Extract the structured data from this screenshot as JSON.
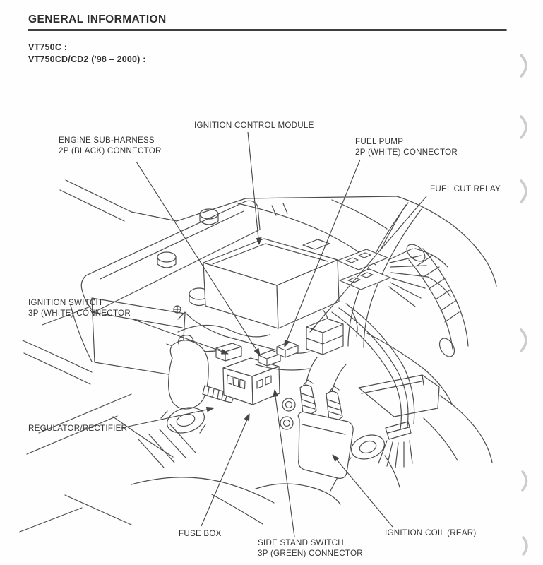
{
  "page": {
    "title": "GENERAL INFORMATION",
    "models": {
      "line1": "VT750C :",
      "line2": "VT750CD/CD2 ('98 – 2000) :"
    }
  },
  "diagram": {
    "labels": {
      "ignition_control_module": {
        "line1": "IGNITION CONTROL MODULE"
      },
      "engine_sub_harness": {
        "line1": "ENGINE SUB-HARNESS",
        "line2": "2P (BLACK) CONNECTOR"
      },
      "fuel_pump": {
        "line1": "FUEL PUMP",
        "line2": "2P (WHITE) CONNECTOR"
      },
      "fuel_cut_relay": {
        "line1": "FUEL CUT RELAY"
      },
      "ignition_switch": {
        "line1": "IGNITION SWITCH",
        "line2": "3P (WHITE) CONNECTOR"
      },
      "regulator_rectifier": {
        "line1": "REGULATOR/RECTIFIER"
      },
      "fuse_box": {
        "line1": "FUSE BOX"
      },
      "side_stand_switch": {
        "line1": "SIDE STAND SWITCH",
        "line2": "3P (GREEN) CONNECTOR"
      },
      "ignition_coil_rear": {
        "line1": "IGNITION COIL (REAR)"
      }
    },
    "colors": {
      "line_art": "#4d4d4d",
      "leader_line": "#454545",
      "header_rule": "#3f3f3f",
      "text": "#333333",
      "binder_mark": "#cccccc"
    }
  }
}
